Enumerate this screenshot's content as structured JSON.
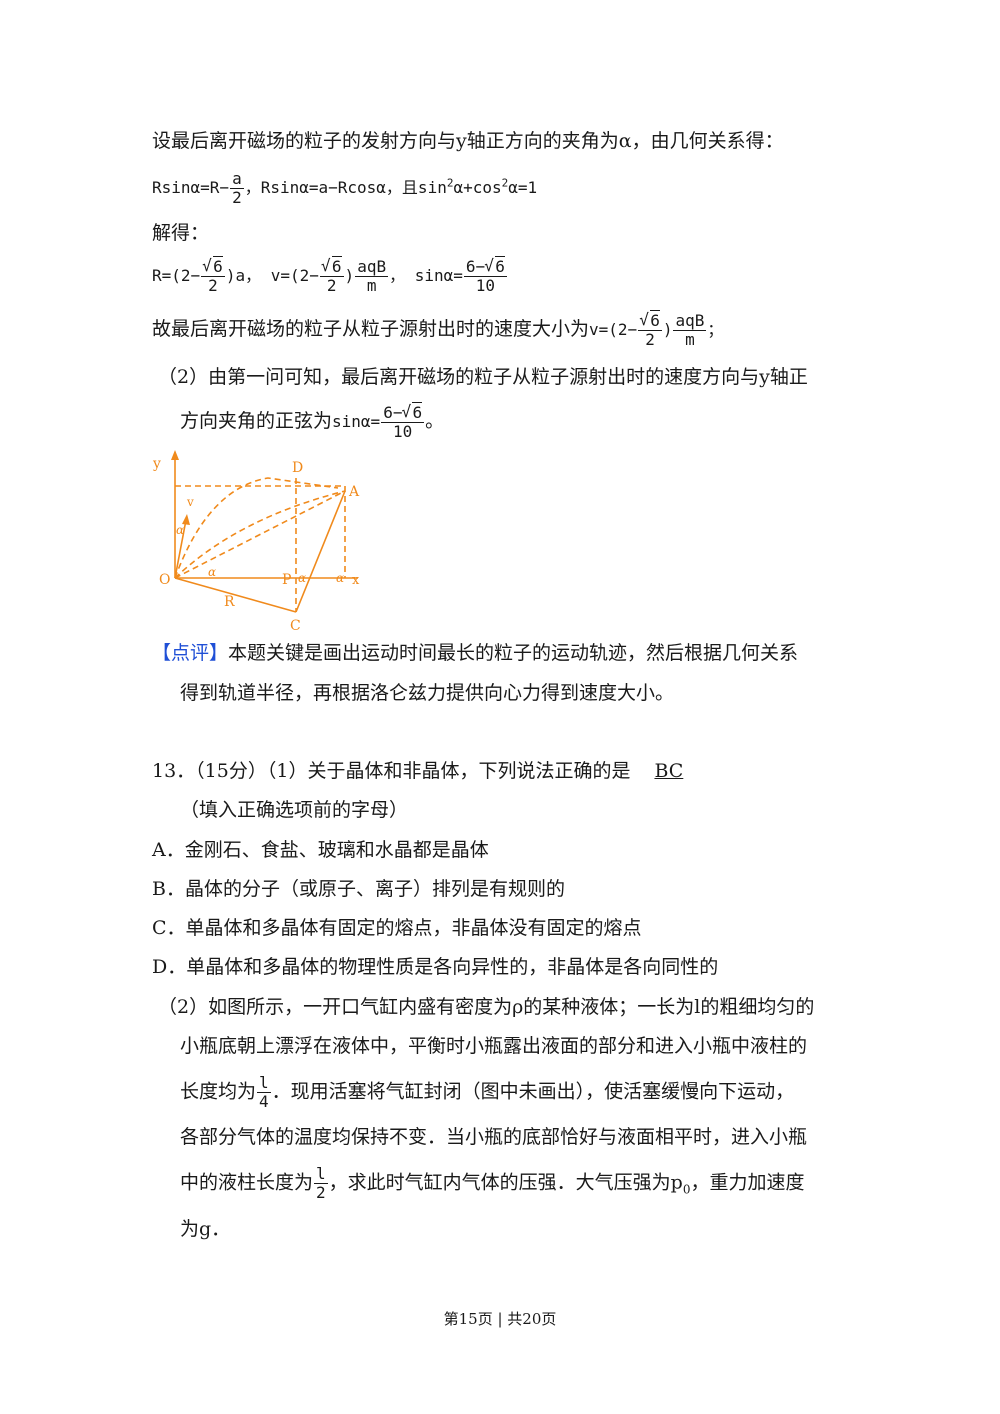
{
  "p1": "设最后离开磁场的粒子的发射方向与y轴正方向的夹角为α，由几何关系得：",
  "eq1": {
    "a": "Rsinα=R−",
    "f1n": "a",
    "f1d": "2",
    "b": "，Rsinα=a−Rcosα，且sin",
    "c": "α+cos",
    "d": "α=1",
    "sq": "2"
  },
  "p2": "解得：",
  "eq2": {
    "r1": "R=(2−",
    "r_root": "6",
    "r_den": "2",
    "r2": ")a，",
    "v1": "v=(2−",
    "v_root": "6",
    "v_den": "2",
    "v_mid": ")",
    "v_num": "aqB",
    "v_den2": "m",
    "v2": "，",
    "s1": "sinα=",
    "s_num_a": "6−",
    "s_root": "6",
    "s_den": "10"
  },
  "p3": {
    "text": "故最后离开磁场的粒子从粒子源射出时的速度大小为",
    "v1": "v=(2−",
    "root": "6",
    "den": "2",
    "mid": ")",
    "num": "aqB",
    "den2": "m",
    "end": "；"
  },
  "p4": "（2）由第一问可知，最后离开磁场的粒子从粒子源射出时的速度方向与y轴正",
  "p5": {
    "text": "方向夹角的正弦为",
    "s1": "sinα=",
    "num_a": "6−",
    "root": "6",
    "den": "10",
    "end": "。"
  },
  "diagram": {
    "labels": {
      "y": "y",
      "x": "x",
      "O": "O",
      "D": "D",
      "A": "A",
      "P": "P",
      "C": "C",
      "R": "R",
      "v": "v",
      "alpha": "α"
    },
    "color": "#f08a1c"
  },
  "review": {
    "tag": "【点评】",
    "line1": "本题关键是画出运动时间最长的粒子的运动轨迹，然后根据几何关系",
    "line2": "得到轨道半径，再根据洛仑兹力提供向心力得到速度大小。"
  },
  "q13": {
    "head": "13．（15分）（1）关于晶体和非晶体，下列说法正确的是",
    "answer": "BC",
    "hint": "（填入正确选项前的字母）",
    "options": [
      "A．金刚石、食盐、玻璃和水晶都是晶体",
      "B．晶体的分子（或原子、离子）排列是有规则的",
      "C．单晶体和多晶体有固定的熔点，非晶体没有固定的熔点",
      "D．单晶体和多晶体的物理性质是各向异性的，非晶体是各向同性的"
    ],
    "p2_line1": "（2）如图所示，一开口气缸内盛有密度为ρ的某种液体；一长为l的粗细均匀的",
    "p2_line2": "小瓶底朝上漂浮在液体中，平衡时小瓶露出液面的部分和进入小瓶中液柱的",
    "p2_line3a": "长度均为",
    "f_num1": "l",
    "f_den1": "4",
    "p2_line3b": "．现用活塞将气缸封闭（图中未画出），使活塞缓慢向下运动，",
    "p2_line4": "各部分气体的温度均保持不变．当小瓶的底部恰好与液面相平时，进入小瓶",
    "p2_line5a": "中的液柱长度为",
    "f_num2": "l",
    "f_den2": "2",
    "p2_line5b": "，求此时气缸内气体的压强．大气压强为p",
    "p2_sub": "0",
    "p2_line5c": "，重力加速度",
    "p2_line6": "为g．"
  },
  "footer": "第15页 | 共20页"
}
